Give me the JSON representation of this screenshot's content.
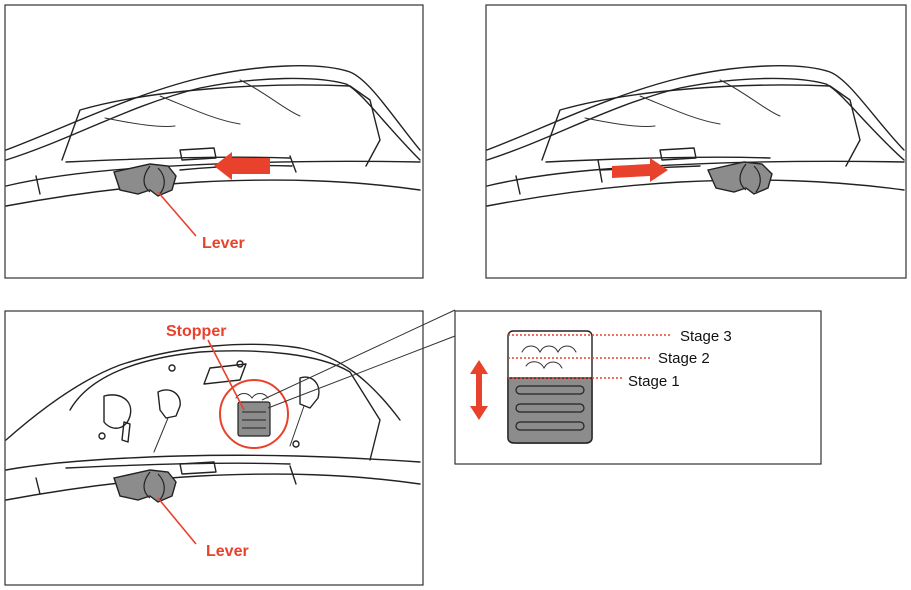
{
  "panels": {
    "top_left": {
      "lever_label": "Lever"
    },
    "top_right": {},
    "bottom_left": {
      "stopper_label": "Stopper",
      "lever_label": "Lever"
    },
    "detail": {
      "stage_labels": [
        "Stage 3",
        "Stage 2",
        "Stage 1"
      ]
    }
  },
  "colors": {
    "accent_red": "#e8412c",
    "lever_gray": "#8c8c8c",
    "line_black": "#222222"
  }
}
